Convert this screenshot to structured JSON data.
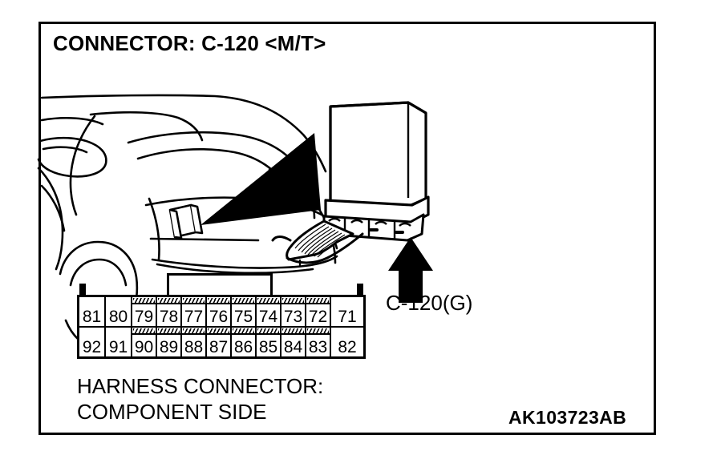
{
  "figure": {
    "title": "CONNECTOR: C-120 <M/T>",
    "caption_line1": "HARNESS CONNECTOR:",
    "caption_line2": "COMPONENT SIDE",
    "art_code": "AK103723AB",
    "callout_label": "C-120(G)",
    "colors": {
      "line": "#000000",
      "fill": "#ffffff"
    }
  },
  "connector": {
    "name": "C-120",
    "view": "component side",
    "rows": [
      {
        "name": "top-row",
        "pins": [
          {
            "number": "81",
            "width": 33,
            "hatched": false
          },
          {
            "number": "80",
            "width": 33,
            "hatched": false
          },
          {
            "number": "79",
            "width": 31,
            "hatched": true
          },
          {
            "number": "78",
            "width": 31,
            "hatched": true
          },
          {
            "number": "77",
            "width": 31,
            "hatched": true
          },
          {
            "number": "76",
            "width": 31,
            "hatched": true
          },
          {
            "number": "75",
            "width": 31,
            "hatched": true
          },
          {
            "number": "74",
            "width": 31,
            "hatched": true
          },
          {
            "number": "73",
            "width": 31,
            "hatched": true
          },
          {
            "number": "72",
            "width": 31,
            "hatched": true
          },
          {
            "number": "71",
            "width": 40,
            "hatched": false
          }
        ]
      },
      {
        "name": "bottom-row",
        "pins": [
          {
            "number": "92",
            "width": 33,
            "hatched": false
          },
          {
            "number": "91",
            "width": 33,
            "hatched": false
          },
          {
            "number": "90",
            "width": 31,
            "hatched": true
          },
          {
            "number": "89",
            "width": 31,
            "hatched": true
          },
          {
            "number": "88",
            "width": 31,
            "hatched": true
          },
          {
            "number": "87",
            "width": 31,
            "hatched": true
          },
          {
            "number": "86",
            "width": 31,
            "hatched": true
          },
          {
            "number": "85",
            "width": 31,
            "hatched": true
          },
          {
            "number": "84",
            "width": 31,
            "hatched": true
          },
          {
            "number": "83",
            "width": 31,
            "hatched": true
          },
          {
            "number": "82",
            "width": 40,
            "hatched": false
          }
        ]
      }
    ]
  },
  "illustrations": {
    "vehicle": "vehicle-body-line-art",
    "pointer": "pointer-triangle-icon",
    "ecu": "ecu-module-line-art",
    "harness": "wire-harness-line-art",
    "arrow": "up-arrow-icon"
  }
}
